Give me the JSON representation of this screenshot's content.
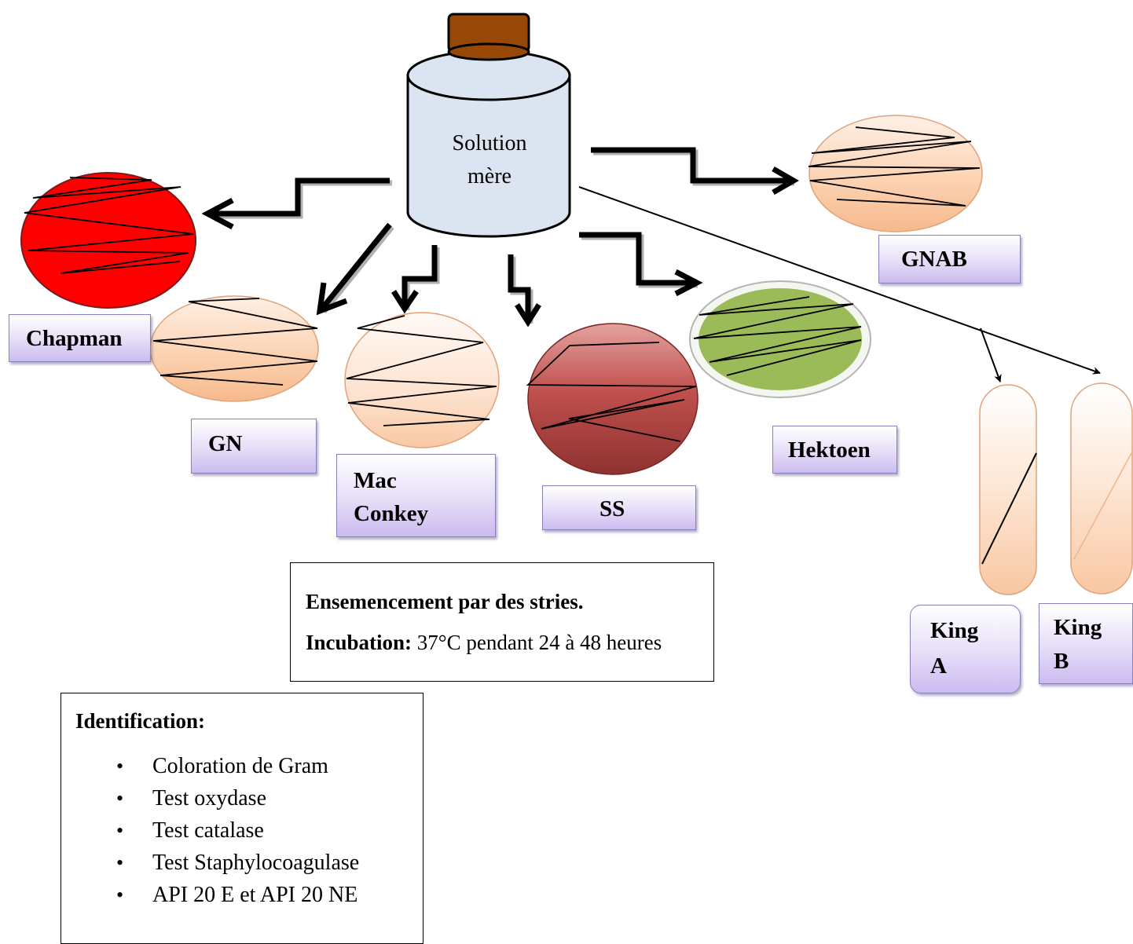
{
  "bottle": {
    "label_line1": "Solution",
    "label_line2": "mère"
  },
  "media": {
    "chapman": "Chapman",
    "gn": "GN",
    "mac_line1": "Mac",
    "mac_line2": "Conkey",
    "ss": "SS",
    "hektoen": "Hektoen",
    "gnab": "GNAB",
    "king_a_line1": "King",
    "king_a_line2": "A",
    "king_b_line1": "King",
    "king_b_line2": "B"
  },
  "culture_box": {
    "heading": "Ensemencement par des stries.",
    "incubation_label": "Incubation:",
    "incubation_text": "37°C pendant 24 à 48 heures"
  },
  "identification": {
    "title": "Identification:",
    "items": [
      "Coloration de Gram",
      "Test oxydase",
      "Test catalase",
      "Test Staphylocoagulase",
      "API 20 E et API 20 NE"
    ]
  },
  "colors": {
    "chapman_plate": "#ff0000",
    "plain_plate": "#fbd3b3",
    "ss_plate": "#c0504d",
    "hektoen_plate": "#9bbb59",
    "bottle_body": "#dbe5f1",
    "bottle_cap": "#974806",
    "label_box_fill": "#e6ddf7"
  }
}
